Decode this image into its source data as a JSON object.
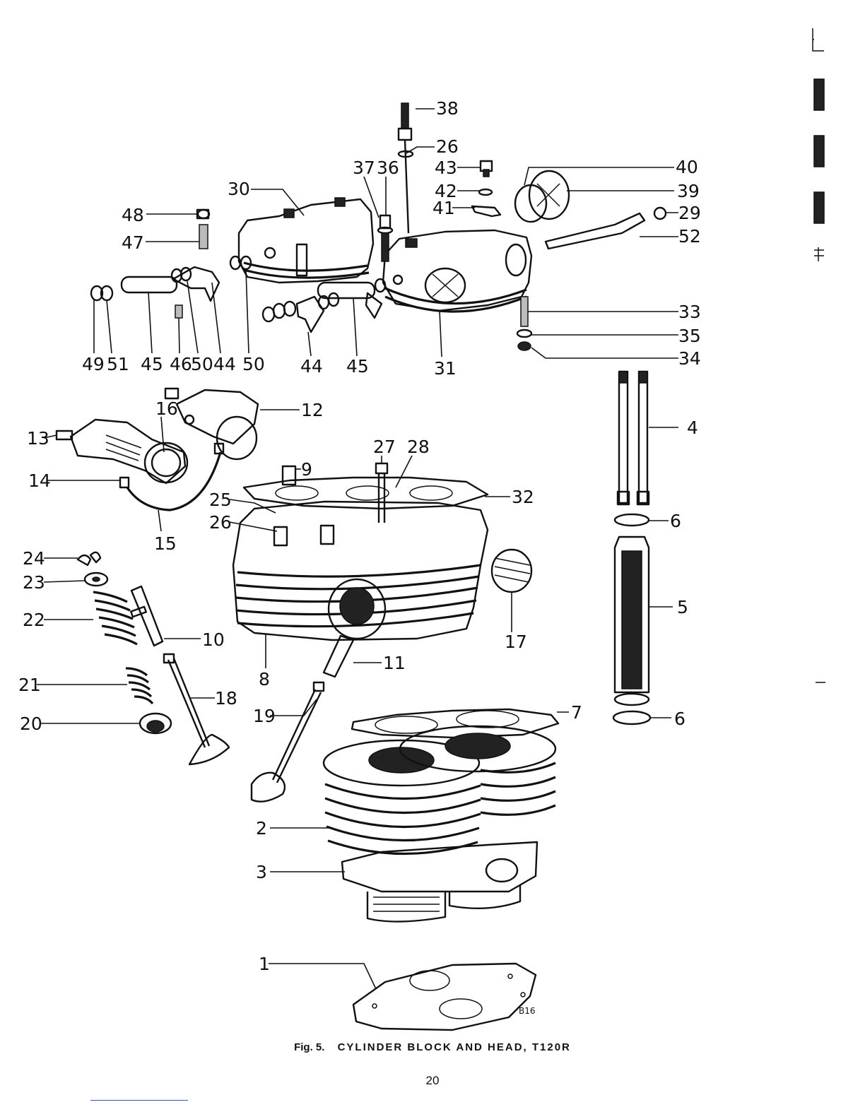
{
  "figure": {
    "number_label": "Fig. 5.",
    "title": "CYLINDER BLOCK AND HEAD, T120R",
    "drawing_code": "B16"
  },
  "page_number": "20",
  "callouts": [
    {
      "id": "c1",
      "label": "1"
    },
    {
      "id": "c2",
      "label": "2"
    },
    {
      "id": "c3",
      "label": "3"
    },
    {
      "id": "c4",
      "label": "4"
    },
    {
      "id": "c5",
      "label": "5"
    },
    {
      "id": "c6a",
      "label": "6"
    },
    {
      "id": "c6b",
      "label": "6"
    },
    {
      "id": "c7",
      "label": "7"
    },
    {
      "id": "c8",
      "label": "8"
    },
    {
      "id": "c9",
      "label": "9"
    },
    {
      "id": "c10",
      "label": "10"
    },
    {
      "id": "c11",
      "label": "11"
    },
    {
      "id": "c12",
      "label": "12"
    },
    {
      "id": "c13",
      "label": "13"
    },
    {
      "id": "c14",
      "label": "14"
    },
    {
      "id": "c15",
      "label": "15"
    },
    {
      "id": "c16",
      "label": "16"
    },
    {
      "id": "c17",
      "label": "17"
    },
    {
      "id": "c18",
      "label": "18"
    },
    {
      "id": "c19",
      "label": "19"
    },
    {
      "id": "c20",
      "label": "20"
    },
    {
      "id": "c21",
      "label": "21"
    },
    {
      "id": "c22",
      "label": "22"
    },
    {
      "id": "c23",
      "label": "23"
    },
    {
      "id": "c24",
      "label": "24"
    },
    {
      "id": "c25",
      "label": "25"
    },
    {
      "id": "c26a",
      "label": "26"
    },
    {
      "id": "c26b",
      "label": "26"
    },
    {
      "id": "c27",
      "label": "27"
    },
    {
      "id": "c28",
      "label": "28"
    },
    {
      "id": "c29",
      "label": "29"
    },
    {
      "id": "c30",
      "label": "30"
    },
    {
      "id": "c31",
      "label": "31"
    },
    {
      "id": "c32",
      "label": "32"
    },
    {
      "id": "c33",
      "label": "33"
    },
    {
      "id": "c34",
      "label": "34"
    },
    {
      "id": "c35",
      "label": "35"
    },
    {
      "id": "c36",
      "label": "36"
    },
    {
      "id": "c37",
      "label": "37"
    },
    {
      "id": "c38",
      "label": "38"
    },
    {
      "id": "c39",
      "label": "39"
    },
    {
      "id": "c40",
      "label": "40"
    },
    {
      "id": "c41",
      "label": "41"
    },
    {
      "id": "c42",
      "label": "42"
    },
    {
      "id": "c43",
      "label": "43"
    },
    {
      "id": "c44a",
      "label": "44"
    },
    {
      "id": "c44b",
      "label": "44"
    },
    {
      "id": "c45a",
      "label": "45"
    },
    {
      "id": "c45b",
      "label": "45"
    },
    {
      "id": "c46",
      "label": "46"
    },
    {
      "id": "c47",
      "label": "47"
    },
    {
      "id": "c48",
      "label": "48"
    },
    {
      "id": "c49",
      "label": "49"
    },
    {
      "id": "c50a",
      "label": "50"
    },
    {
      "id": "c50b",
      "label": "50"
    },
    {
      "id": "c51",
      "label": "51"
    },
    {
      "id": "c52",
      "label": "52"
    }
  ]
}
